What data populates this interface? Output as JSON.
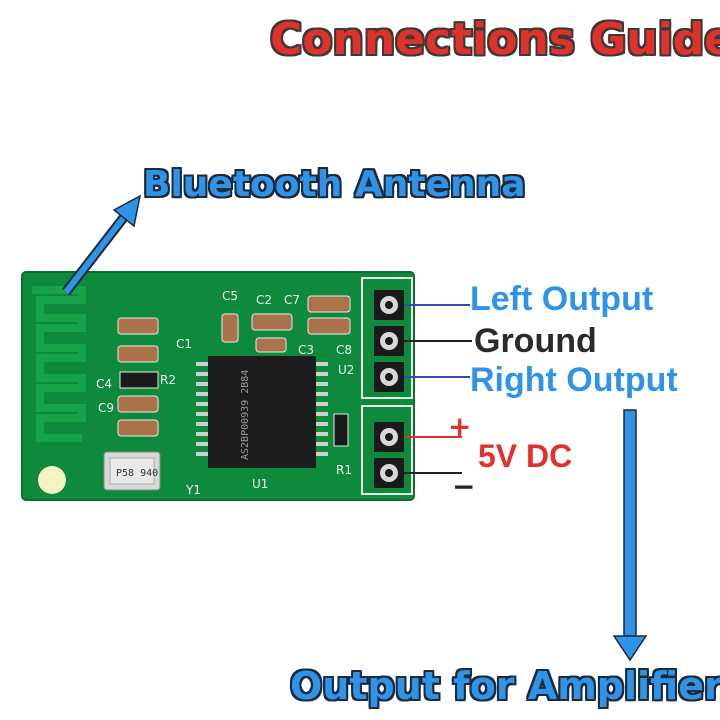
{
  "title": "Connections Guide",
  "labels": {
    "antenna": "Bluetooth Antenna",
    "left_output": "Left Output",
    "ground": "Ground",
    "right_output": "Right Output",
    "power": "5V DC",
    "plus": "+",
    "minus": "−",
    "amplifier": "Output for Amplifier"
  },
  "silkscreen": {
    "components": [
      "C5",
      "C2",
      "C7",
      "C1",
      "C3",
      "C8",
      "U2",
      "C4",
      "R2",
      "C9",
      "R1",
      "Y1",
      "U1"
    ],
    "chip_text": "AS2BP00939 2B84",
    "crystal_text": "P58 940"
  },
  "colors": {
    "title": "#e0312b",
    "accent_blue": "#2f93e8",
    "board_green": "#0e8a3c",
    "power_red": "#e0312b"
  }
}
